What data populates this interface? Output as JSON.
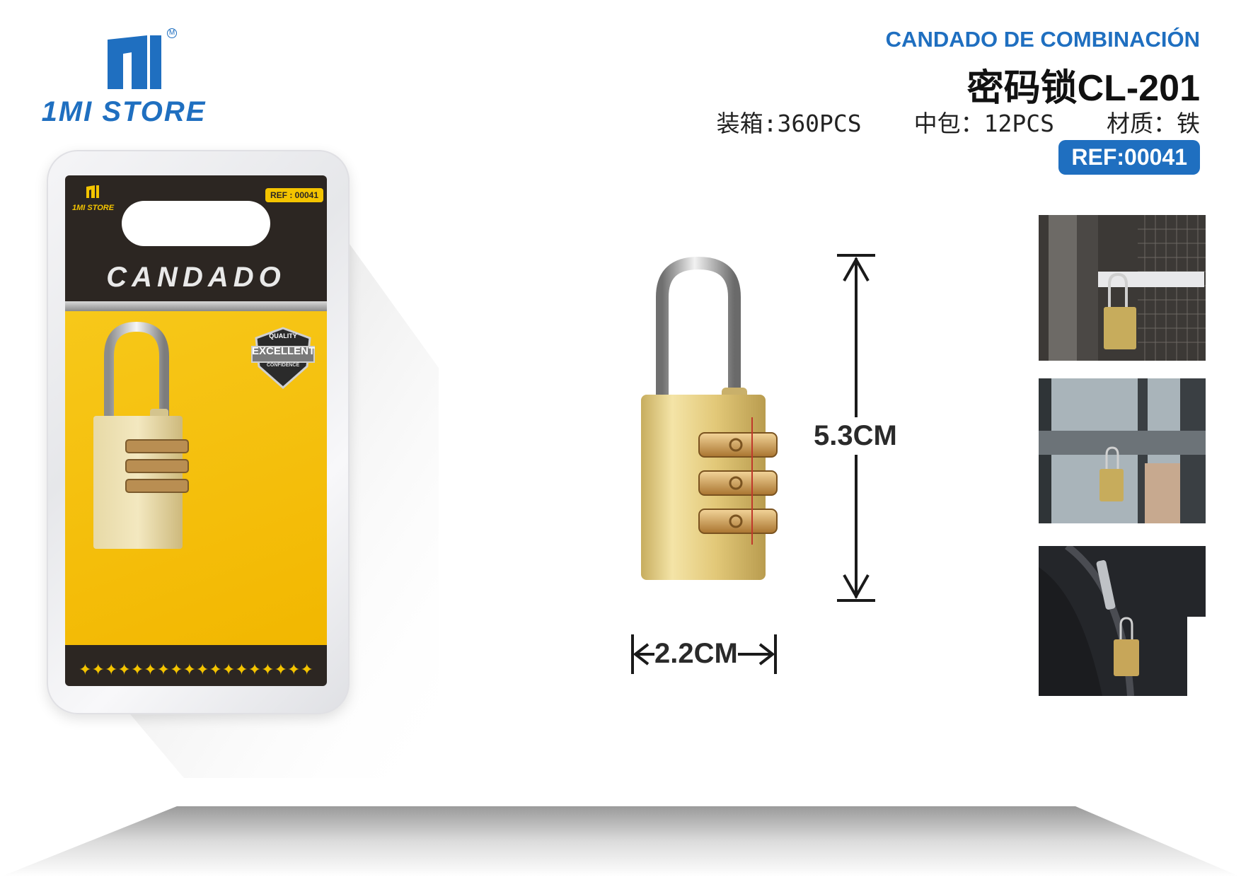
{
  "brand": {
    "name": "1MI STORE",
    "logo_color": "#1f6fc0"
  },
  "header": {
    "title_es": "CANDADO DE COMBINACIÓN",
    "title_cn": "密码锁CL-201",
    "specs": [
      {
        "label": "装箱:360PCS"
      },
      {
        "label": "中包：12PCS"
      },
      {
        "label": "材质：铁"
      }
    ],
    "ref": "REF:00041",
    "accent_color": "#1f6fc0"
  },
  "package": {
    "brand": "1MI STORE",
    "ref": "REF : 00041",
    "title": "CANDADO",
    "badge": {
      "line1": "QUALITY",
      "line2": "EXCELLENT",
      "line3": "CONFIDENCE"
    },
    "stars": "✦✦✦✦✦✦✦✦✦✦✦✦✦✦✦✦✦✦",
    "card_color": "#2c2622",
    "panel_color": "#f4c400"
  },
  "dimensions": {
    "height": "5.3CM",
    "width": "2.2CM"
  },
  "usage_photos": [
    {
      "icon": "lock-on-mesh-door-photo"
    },
    {
      "icon": "lock-on-window-frame-photo"
    },
    {
      "icon": "lock-on-backpack-zipper-photo"
    }
  ]
}
